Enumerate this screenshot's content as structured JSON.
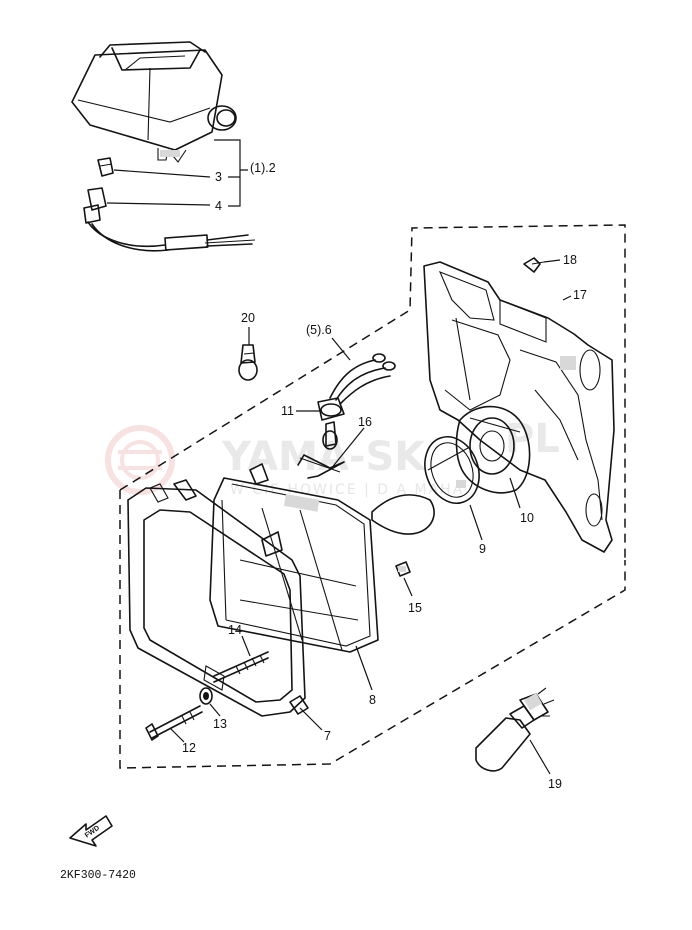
{
  "watermark": {
    "title": "YAMA-SK",
    "title_suffix": "PL",
    "subtitle": "W  CIE  HOWICE | D  A  MAHA"
  },
  "labels": {
    "speedometer_ref": "(1).2",
    "bulb_small": "3",
    "socket_small": "4",
    "bolt_top": "18",
    "bracket": "17",
    "bulb_20": "20",
    "cord_ref": "(5).6",
    "socket_11": "11",
    "spring_16": "16",
    "cap_10": "10",
    "ring_9": "9",
    "nut_15": "15",
    "screw_14": "14",
    "unit_8": "8",
    "rim_7": "7",
    "washer_13": "13",
    "bolt_12": "12",
    "bulb_19": "19",
    "fwd": "FWD",
    "drawing_code": "2KF300-7420"
  },
  "colors": {
    "ink": "#141414",
    "watermark": "#e9e9e9",
    "watermark_logo": "#f3c9c9"
  }
}
